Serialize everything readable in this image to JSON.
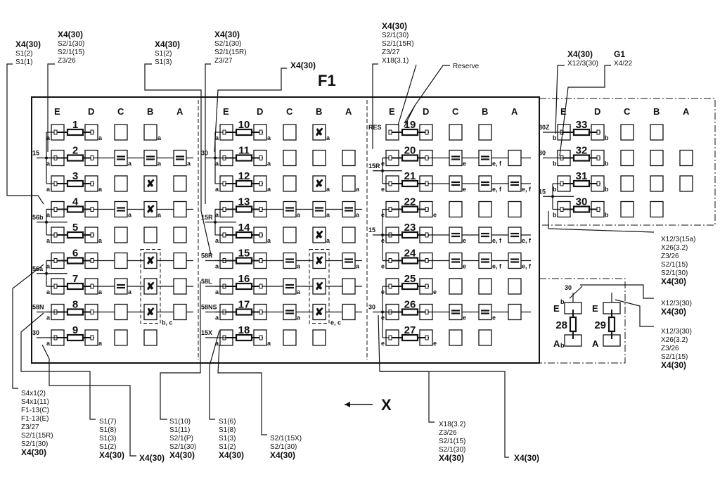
{
  "diagram": {
    "title": "F1",
    "direction_label": "X",
    "reserve_label": "Reserve",
    "column_letters": [
      "E",
      "D",
      "C",
      "B",
      "A"
    ],
    "blocks": [
      {
        "id": "left",
        "feeds": [
          {
            "label": "15",
            "rows": [
              1,
              2,
              3
            ]
          },
          {
            "label": "56b",
            "rows": [
              4,
              5
            ]
          },
          {
            "label": "56a",
            "rows": [
              6,
              7
            ]
          },
          {
            "label": "58N",
            "rows": [
              8
            ]
          },
          {
            "label": "30",
            "rows": [
              9
            ]
          }
        ],
        "rows": [
          {
            "fuse": "1",
            "bus": false,
            "cells": {
              "C": "empty",
              "B": "empty",
              "A": "none"
            },
            "subs": {
              "E": "a",
              "D": "a",
              "B": "a"
            }
          },
          {
            "fuse": "2",
            "bus": true,
            "cells": {
              "C": "bridge",
              "B": "bridge",
              "A": "bridge"
            },
            "subs": {
              "E": "a",
              "C": "a",
              "B": "a",
              "A": "a"
            }
          },
          {
            "fuse": "3",
            "bus": false,
            "cells": {
              "C": "empty",
              "B": "cross",
              "A": "empty"
            },
            "subs": {
              "E": "a",
              "D": "a"
            }
          },
          {
            "fuse": "4",
            "bus": true,
            "cells": {
              "C": "bridge",
              "B": "cross",
              "A": "empty"
            },
            "subs": {
              "E": "a",
              "C": "a",
              "B": "a"
            }
          },
          {
            "fuse": "5",
            "bus": false,
            "cells": {
              "C": "empty",
              "B": "empty",
              "A": "empty"
            },
            "subs": {
              "E": "a",
              "D": "a"
            }
          },
          {
            "fuse": "6",
            "bus": true,
            "cells": {
              "C": "empty",
              "B": "cross",
              "A": "empty"
            },
            "subs": {
              "E": "a"
            }
          },
          {
            "fuse": "7",
            "bus": true,
            "cells": {
              "C": "bridge",
              "B": "cross",
              "A": "empty"
            },
            "subs": {
              "E": "a",
              "D": "a",
              "C": "a"
            }
          },
          {
            "fuse": "8",
            "bus": true,
            "cells": {
              "C": "empty",
              "B": "cross",
              "A": "empty"
            },
            "subs": {
              "E": "a"
            }
          },
          {
            "fuse": "9",
            "bus": false,
            "cells": {
              "C": "empty",
              "B": "empty",
              "A": "none"
            },
            "subs": {
              "E": "a",
              "D": "a"
            }
          }
        ],
        "group_note": "b, c"
      },
      {
        "id": "middle",
        "feeds": [
          {
            "label": "30",
            "rows": [
              10,
              11,
              12
            ]
          },
          {
            "label": "15R",
            "rows": [
              13,
              14
            ]
          },
          {
            "label": "58R",
            "rows": [
              15
            ]
          },
          {
            "label": "58L",
            "rows": [
              16
            ]
          },
          {
            "label": "58NS",
            "rows": [
              17
            ]
          },
          {
            "label": "15X",
            "rows": [
              18
            ]
          }
        ],
        "rows": [
          {
            "fuse": "10",
            "bus": false,
            "cells": {
              "C": "empty",
              "B": "cross",
              "A": "none"
            },
            "subs": {
              "E": "a",
              "D": "a",
              "B": "a"
            }
          },
          {
            "fuse": "11",
            "bus": false,
            "cells": {
              "C": "empty",
              "B": "empty",
              "A": "empty"
            },
            "subs": {
              "E": "a",
              "D": "a"
            }
          },
          {
            "fuse": "12",
            "bus": false,
            "cells": {
              "C": "empty",
              "B": "cross",
              "A": "empty"
            },
            "subs": {
              "E": "a",
              "D": "a",
              "B": "a",
              "A": "a"
            }
          },
          {
            "fuse": "13",
            "bus": true,
            "cells": {
              "C": "bridge",
              "B": "bridge",
              "A": "bridge"
            },
            "subs": {
              "E": "a",
              "C": "a",
              "B": "a",
              "A": "a"
            }
          },
          {
            "fuse": "14",
            "bus": false,
            "cells": {
              "C": "empty",
              "B": "cross",
              "A": "empty"
            },
            "subs": {
              "E": "a",
              "D": "a",
              "B": "a"
            }
          },
          {
            "fuse": "15",
            "bus": true,
            "cells": {
              "C": "bridge",
              "B": "cross",
              "A": "bridge"
            },
            "subs": {
              "E": "a",
              "C": "a",
              "A": "a"
            }
          },
          {
            "fuse": "16",
            "bus": true,
            "cells": {
              "C": "bridge",
              "B": "cross",
              "A": "empty"
            },
            "subs": {
              "E": "a",
              "C": "a"
            }
          },
          {
            "fuse": "17",
            "bus": true,
            "cells": {
              "C": "bridge",
              "B": "cross",
              "A": "empty"
            },
            "subs": {
              "E": "a",
              "C": "a"
            }
          },
          {
            "fuse": "18",
            "bus": false,
            "cells": {
              "C": "empty",
              "B": "empty",
              "A": "none"
            },
            "subs": {
              "E": "a",
              "D": "a"
            }
          }
        ],
        "group_note": "e, c"
      },
      {
        "id": "right",
        "feeds": [
          {
            "label": "RES",
            "rows": [
              19
            ]
          },
          {
            "label": "15R",
            "rows": [
              20,
              21
            ]
          },
          {
            "label": "15",
            "rows": [
              22,
              23,
              24
            ]
          },
          {
            "label": "30",
            "rows": [
              25,
              26,
              27
            ]
          }
        ],
        "rows": [
          {
            "fuse": "19",
            "bus": false,
            "cells": {
              "C": "empty",
              "B": "empty",
              "A": "none"
            },
            "subs": {}
          },
          {
            "fuse": "20",
            "bus": true,
            "cells": {
              "C": "bridge",
              "B": "bridge",
              "A": "empty"
            },
            "subs": {
              "E": "e",
              "C": "e",
              "B": "e, f"
            }
          },
          {
            "fuse": "21",
            "bus": true,
            "cells": {
              "C": "bridge",
              "B": "bridge",
              "A": "bridge"
            },
            "subs": {
              "E": "e",
              "C": "e",
              "B": "e, f",
              "A": "e, f"
            }
          },
          {
            "fuse": "22",
            "bus": false,
            "cells": {
              "C": "empty",
              "B": "empty",
              "A": "empty"
            },
            "subs": {
              "E": "e",
              "D": "e"
            }
          },
          {
            "fuse": "23",
            "bus": true,
            "cells": {
              "C": "bridge",
              "B": "bridge",
              "A": "bridge"
            },
            "subs": {
              "E": "e",
              "C": "e",
              "B": "e, f",
              "A": "e, f"
            }
          },
          {
            "fuse": "24",
            "bus": true,
            "cells": {
              "C": "bridge",
              "B": "bridge",
              "A": "bridge"
            },
            "subs": {
              "E": "e",
              "C": "e",
              "B": "e, f",
              "A": "e, f"
            }
          },
          {
            "fuse": "25",
            "bus": false,
            "cells": {
              "C": "empty",
              "B": "empty",
              "A": "empty"
            },
            "subs": {
              "E": "e",
              "D": "e"
            }
          },
          {
            "fuse": "26",
            "bus": true,
            "cells": {
              "C": "bridge",
              "B": "bridge",
              "A": "empty"
            },
            "subs": {
              "E": "e",
              "C": "e",
              "B": "e"
            }
          },
          {
            "fuse": "27",
            "bus": false,
            "cells": {
              "C": "empty",
              "B": "empty",
              "A": "none"
            },
            "subs": {
              "E": "e",
              "D": "e"
            }
          }
        ]
      },
      {
        "id": "aux",
        "feeds": [
          {
            "label": "30Z",
            "rows": [
              33
            ]
          },
          {
            "label": "30",
            "rows": [
              32
            ]
          },
          {
            "label": "15",
            "rows": [
              31,
              30
            ]
          }
        ],
        "rows": [
          {
            "fuse": "33",
            "bus": false,
            "cells": {
              "C": "empty",
              "B": "empty",
              "A": "none"
            },
            "subs": {
              "E": "b",
              "D": "b"
            }
          },
          {
            "fuse": "32",
            "bus": false,
            "cells": {
              "C": "empty",
              "B": "empty",
              "A": "empty"
            },
            "subs": {
              "E": "b",
              "D": "b"
            }
          },
          {
            "fuse": "31",
            "bus": false,
            "cells": {
              "C": "empty",
              "B": "empty",
              "A": "empty"
            },
            "subs": {
              "E": "b",
              "D": "b"
            }
          },
          {
            "fuse": "30",
            "bus": false,
            "cells": {
              "C": "empty",
              "B": "empty",
              "A": "none"
            },
            "subs": {
              "E": "b",
              "D": "b"
            }
          }
        ]
      }
    ],
    "vertical_fuses": [
      {
        "fuse": "28",
        "top": "E",
        "bottom": "A",
        "feed": "30",
        "sub_top": "b",
        "sub_bottom": "b"
      },
      {
        "fuse": "29",
        "top": "E",
        "bottom": "A",
        "feed": "",
        "sub_top": "",
        "sub_bottom": ""
      }
    ],
    "callouts": {
      "top_1": {
        "head": "X4(30)",
        "lines": [
          "S1(2)",
          "S1(1)"
        ]
      },
      "top_2": {
        "head": "X4(30)",
        "lines": [
          "S2/1(30)",
          "S2/1(15)",
          "Z3/26"
        ]
      },
      "top_3": {
        "head": "X4(30)",
        "lines": [
          "S1(2)",
          "S1(3)"
        ]
      },
      "top_4": {
        "head": "X4(30)",
        "lines": [
          "S2/1(30)",
          "S2/1(15R)",
          "Z3/27"
        ]
      },
      "top_5": {
        "head": "X4(30)",
        "lines": []
      },
      "top_6": {
        "head": "X4(30)",
        "lines": [
          "S2/1(30)",
          "S2/1(15R)",
          "Z3/27",
          "X18(3.1)"
        ]
      },
      "top_7": {
        "head": "X4(30)",
        "lines": [
          "X12/3(30)"
        ]
      },
      "top_8": {
        "head": "G1",
        "lines": [
          "X4/22"
        ]
      },
      "right_1": {
        "lines": [
          "X12/3(15a)",
          "X26(3.2)",
          "Z3/26",
          "S2/1(15)",
          "S2/1(30)"
        ],
        "foot": "X4(30)"
      },
      "right_2": {
        "lines": [
          "X12/3(30)"
        ],
        "foot": "X4(30)"
      },
      "right_3": {
        "lines": [
          "X12/3(30)",
          "X26(3.2)",
          "Z3/26",
          "S2/1(15)"
        ],
        "foot": "X4(30)"
      },
      "bottom_1": {
        "lines": [
          "S4x1(2)",
          "S4x1(11)",
          "F1-13(C)",
          "F1-13(E)",
          "Z3/27",
          "S2/1(15R)",
          "S2/1(30)"
        ],
        "foot": "X4(30)"
      },
      "bottom_2": {
        "lines": [
          "S1(7)",
          "S1(8)",
          "S1(3)",
          "S1(2)"
        ],
        "foot": "X4(30)"
      },
      "bottom_3": {
        "lines": [],
        "foot": "X4(30)"
      },
      "bottom_4": {
        "lines": [
          "S1(10)",
          "S1(11)",
          "S2/1(P)",
          "S2/1(30)"
        ],
        "foot": "X4(30)"
      },
      "bottom_5": {
        "lines": [
          "S1(6)",
          "S1(8)",
          "S1(3)",
          "S1(2)"
        ],
        "foot": "X4(30)"
      },
      "bottom_6": {
        "lines": [
          "S2/1(15X)",
          "S2/1(30)"
        ],
        "foot": "X4(30)"
      },
      "bottom_7": {
        "lines": [
          "X18(3.2)",
          "Z3/26",
          "S2/1(15)",
          "S2/1(30)"
        ],
        "foot": "X4(30)"
      },
      "bottom_8": {
        "lines": [],
        "foot": "X4(30)"
      }
    }
  }
}
